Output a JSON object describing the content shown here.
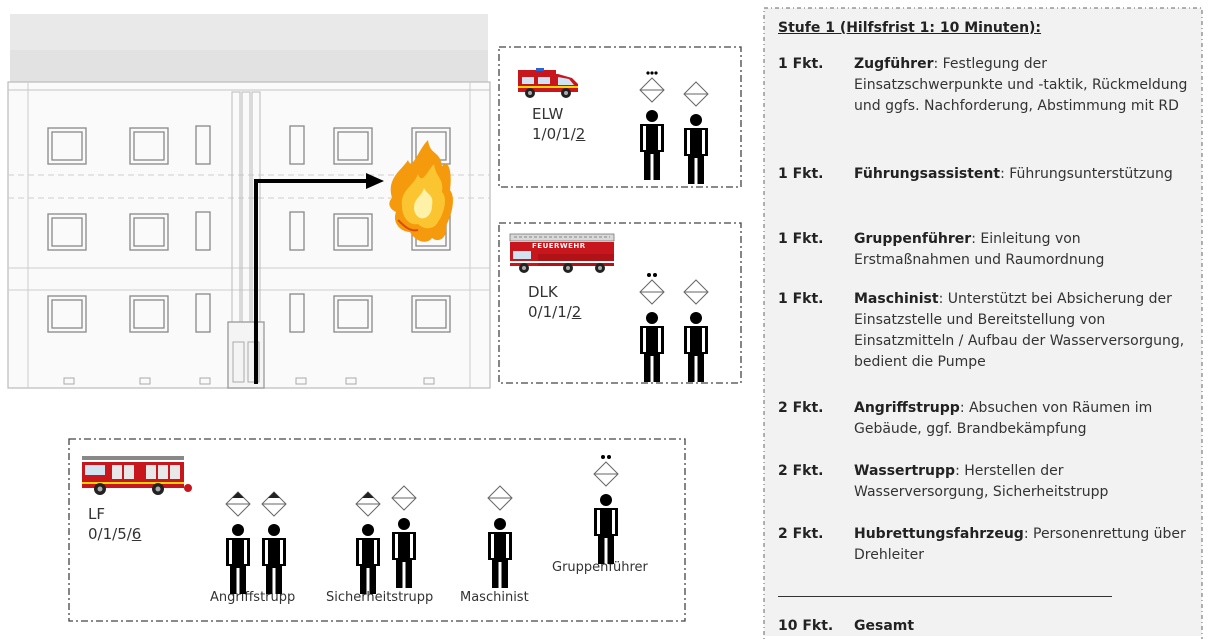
{
  "vehicles": {
    "elw": {
      "name": "ELW",
      "code_prefix": "1/0/1/",
      "code_last": "2"
    },
    "dlk": {
      "name": "DLK",
      "code_prefix": "0/1/1/",
      "code_last": "2"
    },
    "lf": {
      "name": "LF",
      "code_prefix": "0/1/5/",
      "code_last": "6"
    },
    "dlk_sign": "FEUERWEHR"
  },
  "lf_roles": [
    "Angriffstrupp",
    "Sicherheitstrupp",
    "Maschinist",
    "Gruppenführer"
  ],
  "panel": {
    "title": "Stufe 1 (Hilfsfrist 1: 10 Minuten):",
    "items": [
      {
        "count": "1 Fkt.",
        "name": "Zugführer",
        "desc": ": Festlegung der Einsatzschwerpunkte und -taktik, Rückmeldung und ggfs. Nachforderung, Abstimmung mit RD"
      },
      {
        "count": "1 Fkt.",
        "name": "Führungsassistent",
        "desc": ": Führungsunterstützung"
      },
      {
        "count": "1 Fkt.",
        "name": "Gruppenführer",
        "desc": ": Einleitung von Erstmaßnahmen und Raumordnung"
      },
      {
        "count": "1 Fkt.",
        "name": "Maschinist",
        "desc": ": Unterstützt bei Absicherung der Einsatzstelle und Bereitstellung von Einsatzmitteln / Aufbau der Wasserversorgung, bedient die Pumpe"
      },
      {
        "count": "2 Fkt.",
        "name": "Angriffstrupp",
        "desc": ": Absuchen von Räumen im Gebäude, ggf. Brandbekämpfung"
      },
      {
        "count": "2 Fkt.",
        "name": "Wassertrupp",
        "desc": ": Herstellen der Wasserversorgung, Sicherheitstrupp"
      },
      {
        "count": "2 Fkt.",
        "name": "Hubrettungsfahrzeug",
        "desc": ": Personenrettung über Drehleiter"
      }
    ],
    "total": {
      "count": "10 Fkt.",
      "label": "Gesamt"
    }
  },
  "colors": {
    "fire_red": "#c8161d",
    "flame": "#f5a20a",
    "panel_bg": "#f2f2f2",
    "arrow": "#000000"
  }
}
